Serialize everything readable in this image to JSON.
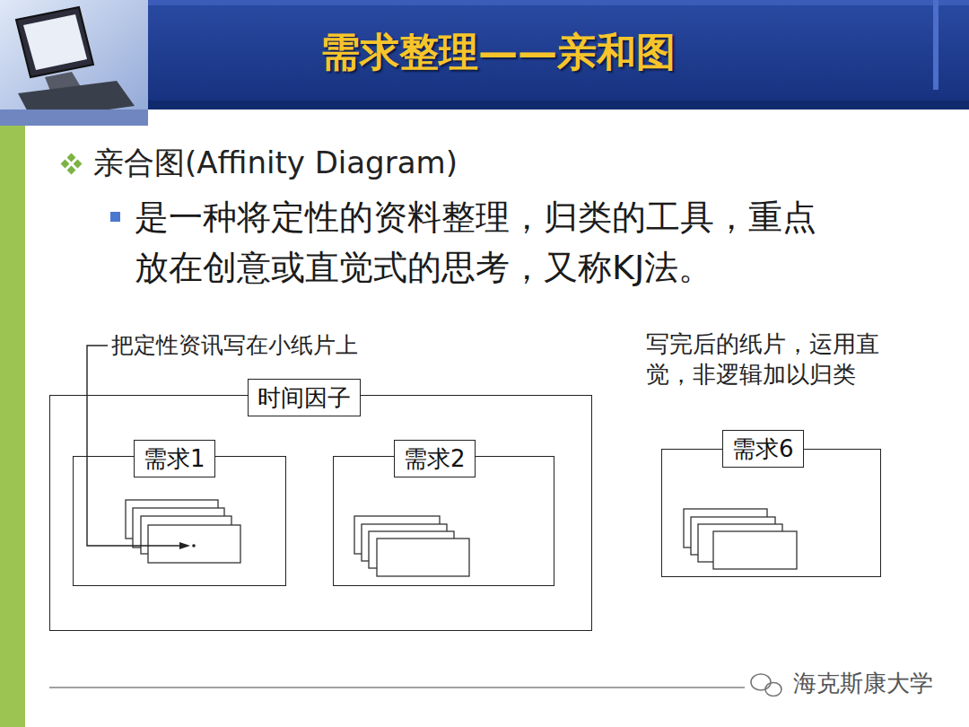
{
  "diagram": {
    "title": "需求整理——亲和图",
    "nodes": [
      {
        "text": [
          "时间因子"
        ]
      },
      {
        "text": [
          "需求1"
        ],
        "in": 0
      },
      {
        "text": [
          "需求2"
        ],
        "in": 0
      },
      {
        "text": [
          "需求6"
        ]
      }
    ],
    "labels": [
      "亲合图(Affinity Diagram)",
      "是一种将定性的资料整理，归类的工具，重点放在创意或直觉式的思考，又称KJ法。",
      "把定性资讯写在小纸片上",
      "写完后的纸片，运用直觉，非逻辑加以归类",
      "海克斯康大学"
    ]
  }
}
